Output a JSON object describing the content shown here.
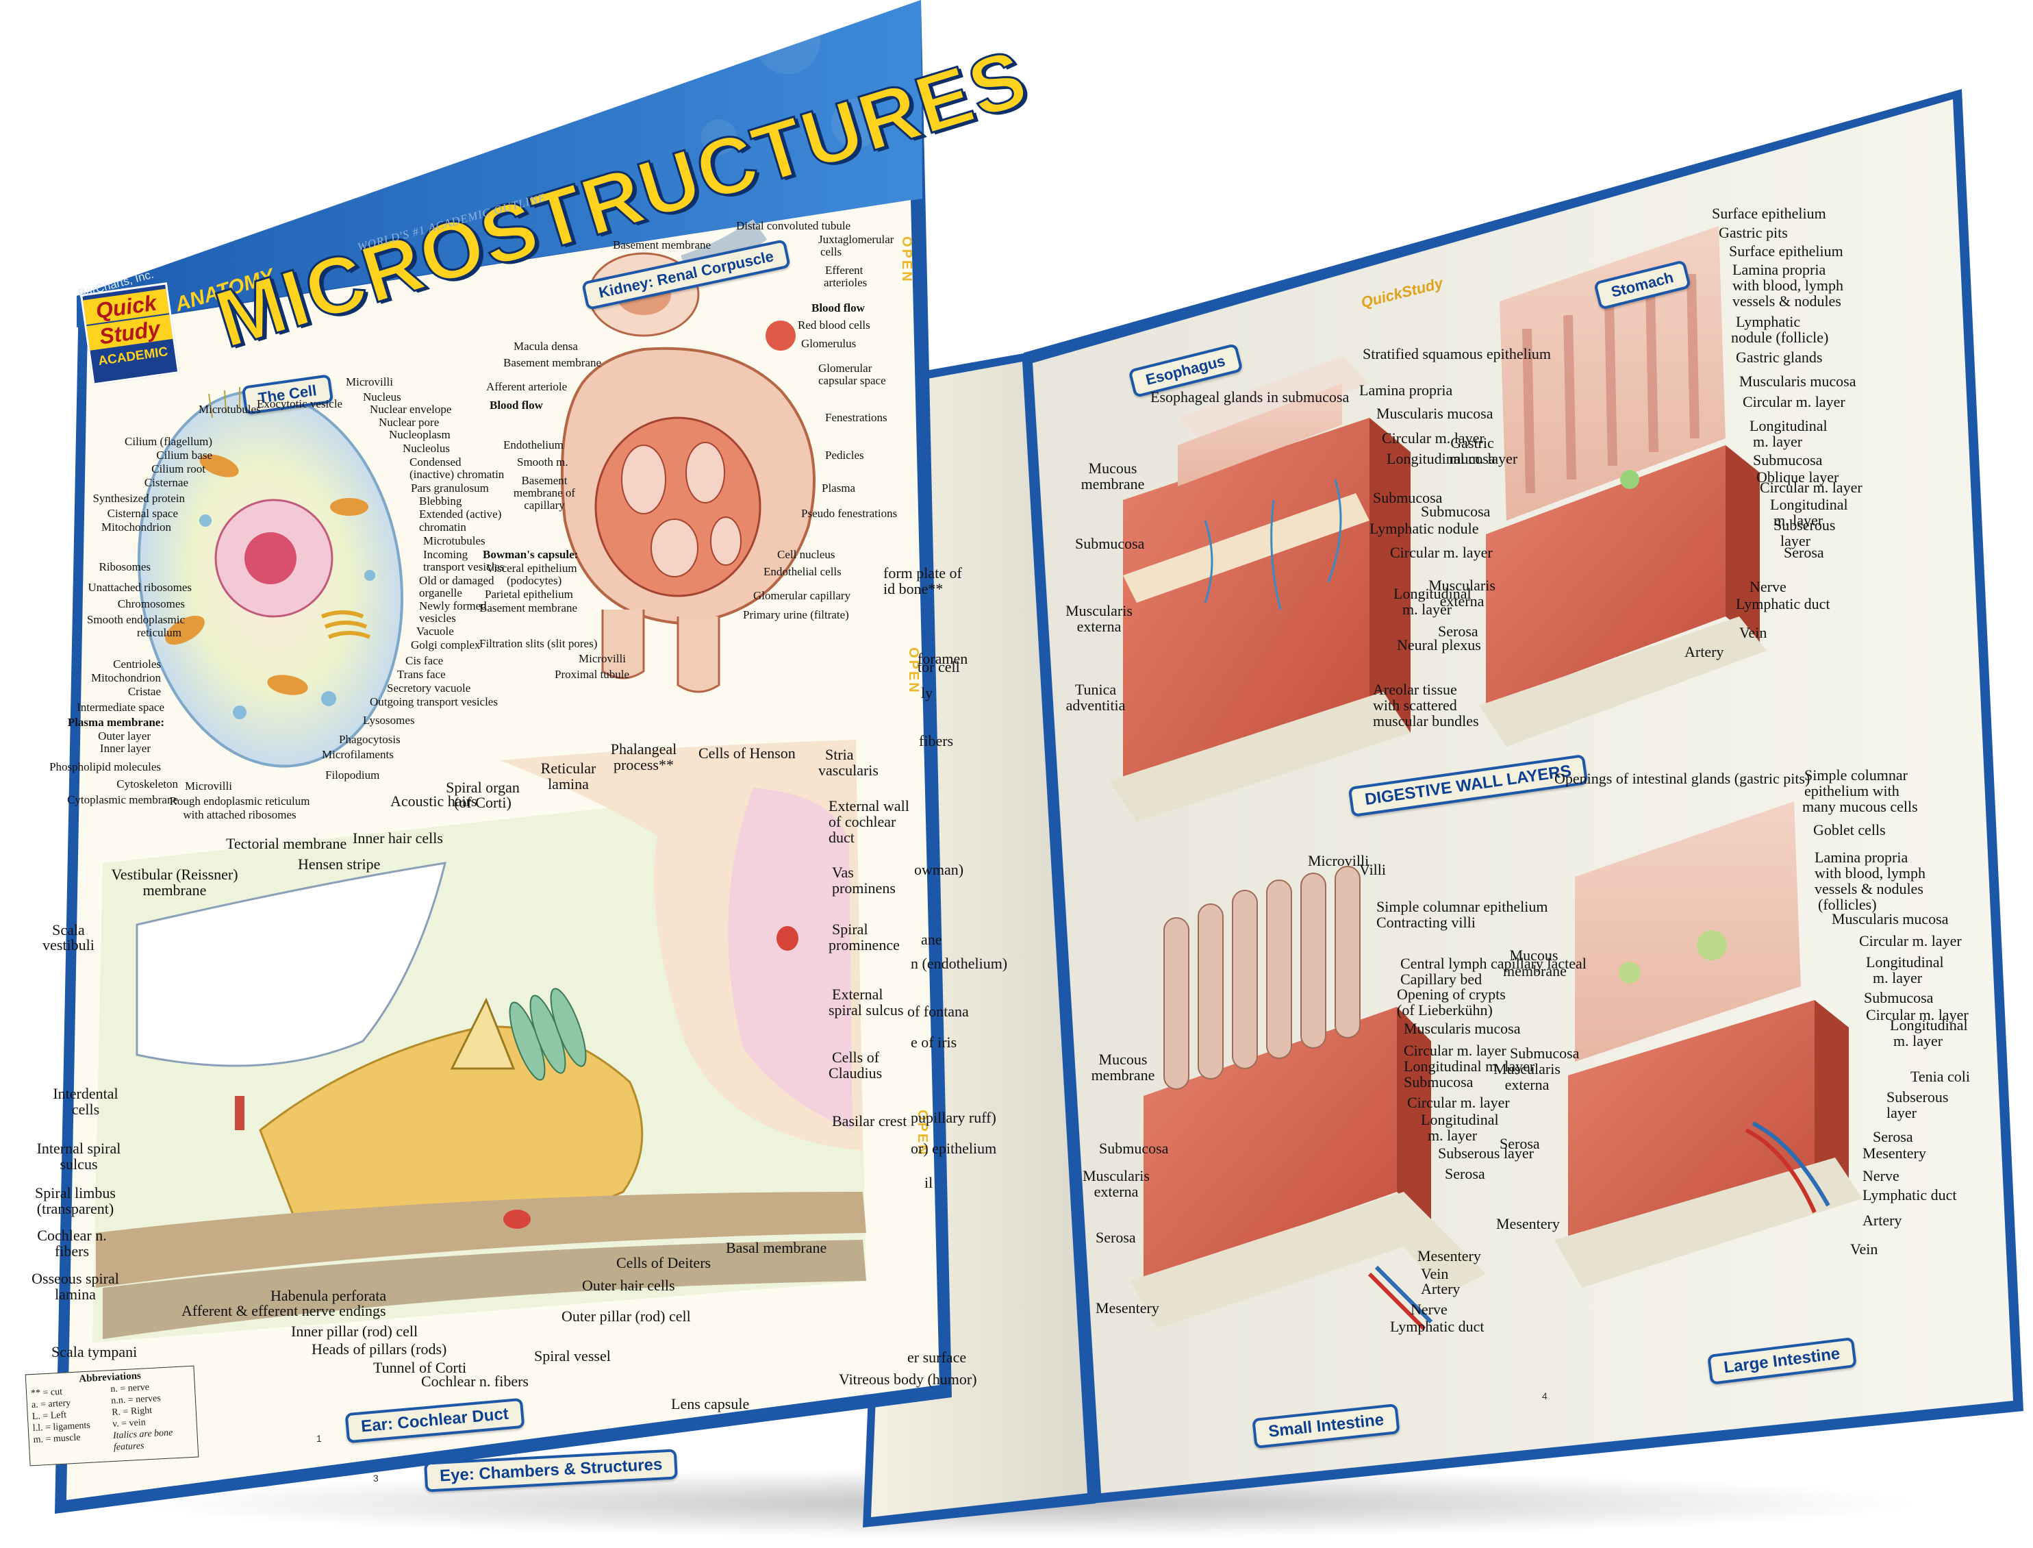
{
  "brand": {
    "barcharts": "BarCharts, Inc.",
    "logo_lines": [
      "Quick",
      "Study",
      "ACADEMIC"
    ],
    "tagline": "WORLD'S #1 ACADEMIC OUTLINE",
    "subject": "ANATOMY",
    "title": "MICROSTRUCTURES",
    "middle_logo": "QuickStudy"
  },
  "colors": {
    "frame_blue": "#1d58a8",
    "header_blue": "#2b74c6",
    "title_yellow": "#ffd21d",
    "paper": "#fdfbef",
    "page_right": "#f1efe4",
    "tab_bg": "#f4f0de",
    "tab_text": "#0c3f8f"
  },
  "sections": {
    "cell": "The Cell",
    "kidney": "Kidney: Renal Corpuscle",
    "ear": "Ear: Cochlear Duct",
    "eye": "Eye: Chambers & Structures",
    "esophagus": "Esophagus",
    "stomach": "Stomach",
    "digestive": "DIGESTIVE WALL LAYERS",
    "small_intestine": "Small Intestine",
    "large_intestine": "Large Intestine"
  },
  "cell_labels": {
    "left": [
      "Cilium (flagellum)",
      "Cilium base",
      "Cilium root",
      "Cisternae",
      "Synthesized protein",
      "Cisternal space",
      "Mitochondrion",
      "Ribosomes",
      "Unattached ribosomes",
      "Chromosomes",
      "Smooth endoplasmic",
      "reticulum",
      "Centrioles",
      "Mitochondrion",
      "Cristae",
      "Intermediate space",
      "Plasma membrane:",
      "Outer layer",
      "Inner layer",
      "Phospholipid molecules",
      "Cytoskeleton",
      "Cytoplasmic membrane"
    ],
    "top": [
      "Microtubules",
      "Exocytotic vesicle",
      "Microvilli",
      "Nucleus",
      "Nuclear envelope",
      "Nuclear pore",
      "Nucleoplasm",
      "Nucleolus",
      "Condensed",
      "(inactive) chromatin",
      "Pars granulosum",
      "Blebbing",
      "Extended (active)",
      "chromatin",
      "Microtubules",
      "Incoming",
      "transport vesicles",
      "Old or damaged",
      "organelle",
      "Newly formed",
      "vesicles",
      "Vacuole",
      "Golgi complex",
      "Cis face",
      "Trans face",
      "Secretory vacuole",
      "Outgoing transport vesicles",
      "Lysosomes",
      "Phagocytosis",
      "Microfilaments",
      "Filopodium"
    ],
    "bottom": [
      "Microvilli",
      "Rough endoplasmic reticulum",
      "with attached ribosomes"
    ]
  },
  "kidney_labels": {
    "left": [
      "Basement membrane",
      "Macula densa",
      "Basement membrane",
      "Afferent arteriole",
      "Blood flow",
      "Endothelium",
      "Smooth m.",
      "Basement",
      "membrane of",
      "capillary",
      "Bowman's capsule:",
      "Visceral epithelium",
      "(podocytes)",
      "Parietal epithelium",
      "Basement membrane",
      "Filtration slits (slit pores)",
      "Microvilli",
      "Proximal tubule"
    ],
    "right": [
      "Distal convoluted tubule",
      "Juxtaglomerular",
      "cells",
      "Efferent",
      "arterioles",
      "Blood flow",
      "Red blood cells",
      "Glomerulus",
      "Glomerular",
      "capsular space",
      "Fenestrations",
      "Pedicles",
      "Plasma",
      "Pseudo fenestrations",
      "Cell nucleus",
      "Endothelial cells",
      "Glomerular capillary",
      "Primary urine (filtrate)"
    ]
  },
  "ear_labels": {
    "top": [
      "Tectorial membrane",
      "Hensen stripe",
      "Inner hair cells",
      "Acoustic hairs",
      "Spiral organ",
      "(of Corti)",
      "Reticular",
      "lamina",
      "Phalangeal",
      "process**",
      "Cells of Henson"
    ],
    "left": [
      "Vestibular (Reissner)",
      "membrane",
      "Scala",
      "vestibuli",
      "Interdental",
      "cells",
      "Internal spiral",
      "sulcus",
      "Spiral limbus",
      "(transparent)",
      "Cochlear n.",
      "fibers",
      "Osseous spiral",
      "lamina",
      "Scala tympani"
    ],
    "right": [
      "Stria",
      "vascularis",
      "External wall",
      "of cochlear",
      "duct",
      "Vas",
      "prominens",
      "Spiral",
      "prominence",
      "External",
      "spiral sulcus",
      "Cells of",
      "Claudius",
      "Basilar crest",
      "Basal membrane"
    ],
    "bottom": [
      "Habenula perforata",
      "Afferent & efferent nerve endings",
      "Inner pillar (rod) cell",
      "Heads of pillars (rods)",
      "Tunnel of Corti",
      "Cochlear n. fibers",
      "Spiral vessel",
      "Outer pillar (rod) cell",
      "Outer hair cells",
      "Cells of Deiters"
    ]
  },
  "abbreviations": {
    "title": "Abbreviations",
    "items": [
      "** = cut",
      "n. = nerve",
      "a. = artery",
      "n.n. = nerves",
      "L. = Left",
      "R. = Right",
      "l.l. = ligaments",
      "v. = vein",
      "m. = muscle",
      "Italics are bone features"
    ]
  },
  "page_numbers": [
    "1",
    "3",
    "4"
  ],
  "open_marker": "OPEN",
  "middle_fragments": [
    "form plate of",
    "id bone**",
    "foramen",
    "tor cell",
    "ly",
    "fibers",
    "owman)",
    "ane",
    "n (endothelium)",
    "of fontana",
    "e of iris",
    "pupillary ruff)",
    "or) epithelium",
    "il",
    "er surface",
    "Vitreous body (humor)",
    "Lens capsule"
  ],
  "esophagus_labels": {
    "right": [
      "Stratified squamous epithelium",
      "Lamina propria",
      "Muscularis mucosa",
      "Circular m. layer",
      "Longitudinal m. layer",
      "Submucosa",
      "Lymphatic nodule",
      "Circular m. layer",
      "Longitudinal",
      "m. layer",
      "Neural plexus",
      "Areolar tissue",
      "with scattered",
      "muscular bundles"
    ],
    "left": [
      "Esophageal glands in submucosa",
      "Mucous",
      "membrane",
      "Submucosa",
      "Muscularis",
      "externa",
      "Tunica",
      "adventitia"
    ]
  },
  "stomach_labels": {
    "right": [
      "Surface epithelium",
      "Gastric pits",
      "Surface epithelium",
      "Lamina propria",
      "with blood, lymph",
      "vessels & nodules",
      "Lymphatic",
      "nodule (follicle)",
      "Gastric glands",
      "Muscularis mucosa",
      "Circular m. layer",
      "Longitudinal",
      "m. layer",
      "Submucosa",
      "Oblique layer",
      "Circular m. layer",
      "Longitudinal",
      "m. layer",
      "Subserous",
      "layer",
      "Serosa",
      "Nerve",
      "Lymphatic duct",
      "Vein",
      "Artery"
    ],
    "left": [
      "Gastric",
      "mucosa",
      "Submucosa",
      "Muscularis",
      "externa",
      "Serosa"
    ]
  },
  "small_intestine_labels": {
    "right": [
      "Microvilli",
      "Villi",
      "Simple columnar epithelium",
      "Contracting villi",
      "Central lymph capillary lacteal",
      "Capillary bed",
      "Opening of crypts",
      "(of Lieberkühn)",
      "Muscularis mucosa",
      "Circular m. layer",
      "Longitudinal m. layer",
      "Submucosa",
      "Circular m. layer",
      "Longitudinal",
      "m. layer",
      "Subserous layer",
      "Serosa",
      "Mesentery",
      "Vein",
      "Artery",
      "Nerve",
      "Lymphatic duct"
    ],
    "left": [
      "Mucous",
      "membrane",
      "Submucosa",
      "Muscularis",
      "externa",
      "Serosa",
      "Mesentery"
    ]
  },
  "large_intestine_labels": {
    "right": [
      "Openings of intestinal glands (gastric pits)",
      "Simple columnar",
      "epithelium with",
      "many mucous cells",
      "Goblet cells",
      "Lamina propria",
      "with blood, lymph",
      "vessels & nodules",
      "(follicles)",
      "Muscularis mucosa",
      "Circular m. layer",
      "Longitudinal",
      "m. layer",
      "Submucosa",
      "Circular m. layer",
      "Longitudinal",
      "m. layer",
      "Tenia coli",
      "Subserous",
      "layer",
      "Serosa",
      "Mesentery",
      "Nerve",
      "Lymphatic duct",
      "Artery",
      "Vein"
    ],
    "left": [
      "Mucous",
      "membrane",
      "Submucosa",
      "Muscularis",
      "externa",
      "Serosa",
      "Mesentery"
    ]
  }
}
